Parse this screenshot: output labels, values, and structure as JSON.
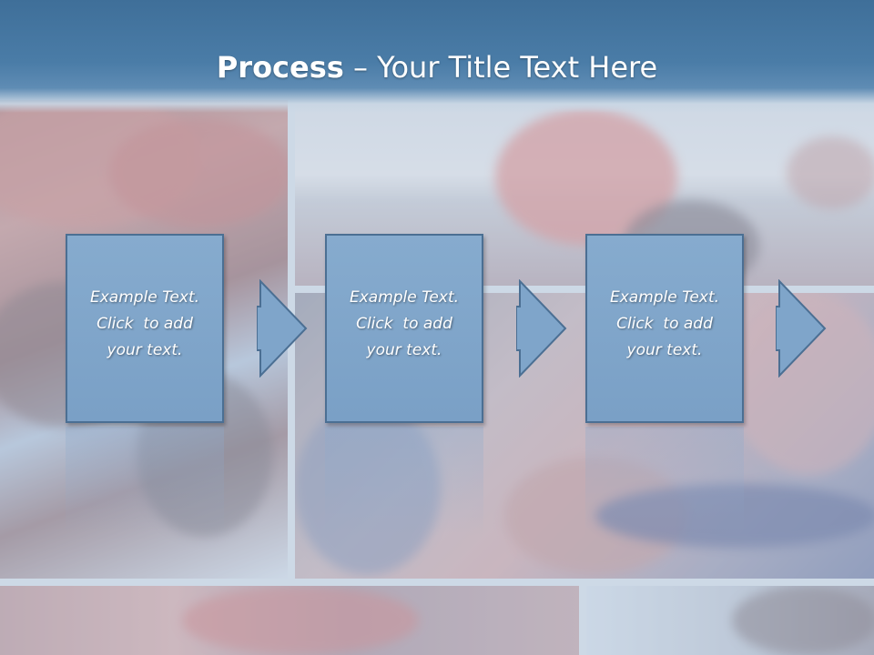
{
  "slide": {
    "title_bold": "Process",
    "title_rest": " – Your Title Text Here"
  },
  "steps": [
    {
      "line1": "Example Text.",
      "line2": "Click  to add",
      "line3": "your text."
    },
    {
      "line1": "Example Text.",
      "line2": "Click  to add",
      "line3": "your text."
    },
    {
      "line1": "Example Text.",
      "line2": "Click  to add",
      "line3": "your text."
    }
  ],
  "colors": {
    "header": "#4a7ca7",
    "box_fill": "#7fa5ca",
    "box_border": "#4b6f93",
    "text": "#ffffff"
  }
}
